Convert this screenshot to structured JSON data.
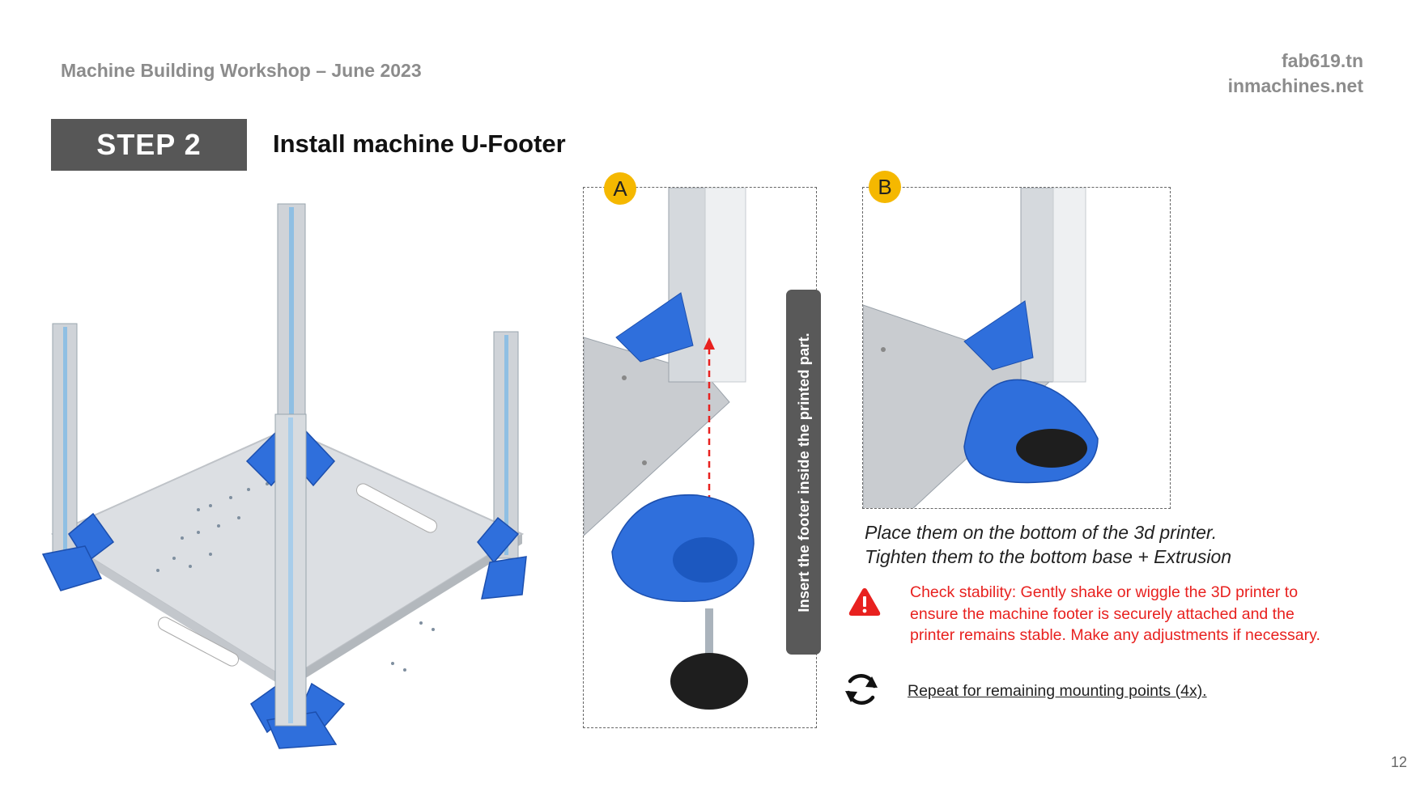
{
  "header": {
    "workshop": "Machine Building Workshop – June 2023",
    "site1": "fab619.tn",
    "site2": "inmachines.net"
  },
  "step": {
    "label": "STEP 2",
    "title": "Install machine U-Footer"
  },
  "panel_a": {
    "badge": "A",
    "side_label": "Insert the footer inside the printed part."
  },
  "panel_b": {
    "badge": "B"
  },
  "caption": {
    "line1": "Place them on the bottom of  the 3d printer.",
    "line2": "Tighten them to the bottom base + Extrusion"
  },
  "warning": {
    "icon": "warning-triangle-icon",
    "text": "Check stability: Gently shake or wiggle the 3D printer to ensure the machine footer is securely attached and the printer remains stable. Make any adjustments if necessary."
  },
  "repeat": {
    "icon": "refresh-icon",
    "text": "Repeat for remaining mounting points (4x)."
  },
  "page_number": "12",
  "colors": {
    "accent_blue": "#2f6fdc",
    "badge_yellow": "#f5b800",
    "warning_red": "#e8211f",
    "step_box": "#575757"
  }
}
